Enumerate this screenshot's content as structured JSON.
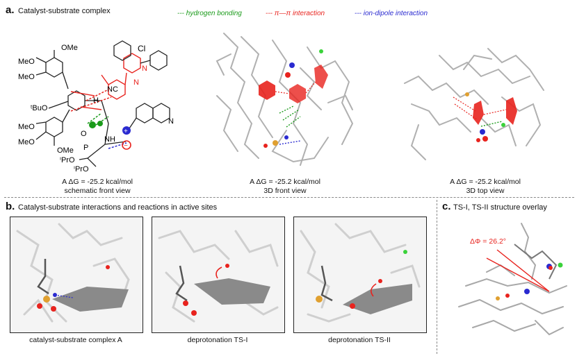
{
  "panels": {
    "a": {
      "label": "a.",
      "title": "Catalyst-substrate complex",
      "legend": [
        {
          "text": "--- hydrogen bonding",
          "color": "#1a9a1a"
        },
        {
          "text": "--- π—π interaction",
          "color": "#e8231e"
        },
        {
          "text": "--- ion-dipole interaction",
          "color": "#2a2ad0"
        }
      ],
      "views": [
        {
          "energy": "A ΔG = -25.2 kcal/mol",
          "caption": "schematic front view"
        },
        {
          "energy": "A ΔG = -25.2 kcal/mol",
          "caption": "3D front view"
        },
        {
          "energy": "A ΔG = -25.2 kcal/mol",
          "caption": "3D top view"
        }
      ],
      "scheme_labels": {
        "ome": "OMe",
        "meo": "MeO",
        "tbuo": "ᵗBuO",
        "cl": "Cl",
        "n": "N",
        "nc": "NC",
        "h": "H",
        "nh": "NH",
        "o": "O",
        "p": "P",
        "ipro1": "ⁱPrO",
        "ipro2": "ⁱPrO",
        "plus": "+",
        "minus": "−"
      }
    },
    "b": {
      "label": "b.",
      "title": "Catalyst-substrate interactions and reactions in active sites",
      "boxes": [
        {
          "caption": "catalyst-substrate complex A"
        },
        {
          "caption": "deprotonation TS-I"
        },
        {
          "caption": "deprotonation TS-II"
        }
      ]
    },
    "c": {
      "label": "c.",
      "title": "TS-I, TS-II structure overlay",
      "angle": "ΔΦ = 26.2°"
    }
  }
}
